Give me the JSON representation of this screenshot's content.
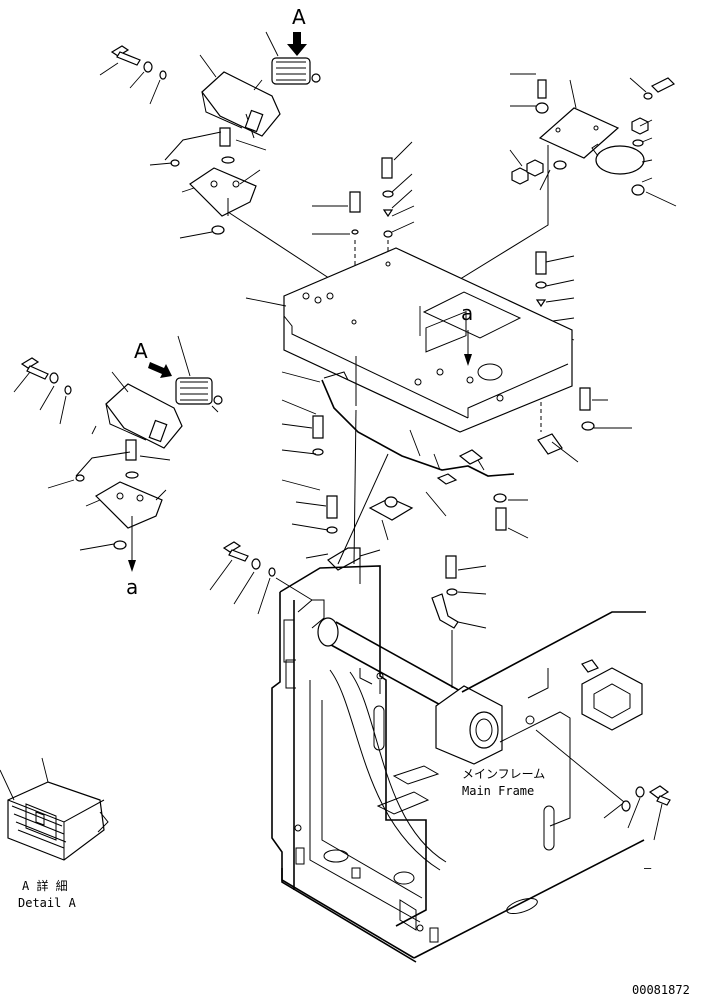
{
  "labels": {
    "view_a_top": "A",
    "view_a_left": "A",
    "ref_a_center": "a",
    "ref_a_left": "a",
    "main_frame_jp": "メインフレーム",
    "main_frame_en": "Main Frame",
    "detail_jp": "A 詳 細",
    "detail_en": "Detail A",
    "drawing_number": "00081872",
    "dash_mark": "–"
  }
}
